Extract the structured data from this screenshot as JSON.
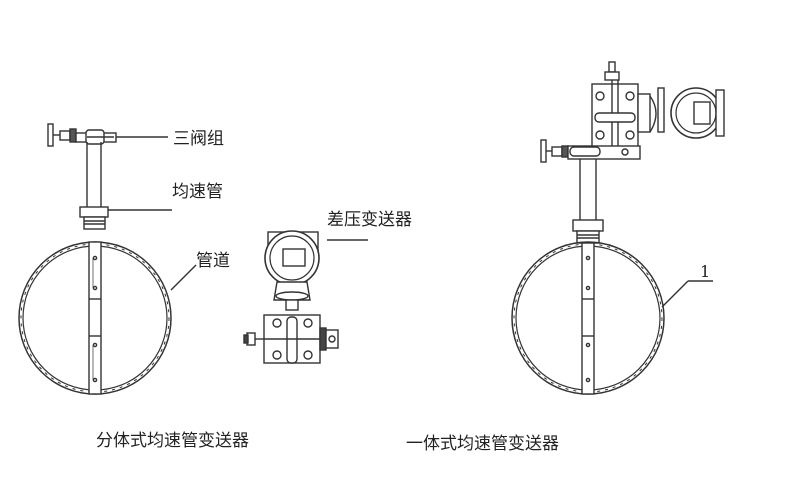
{
  "diagram": {
    "left": {
      "caption": "分体式均速管变送器",
      "labels": {
        "three_valve_manifold": "三阀组",
        "averaging_pitot_tube": "均速管",
        "pipe": "管道",
        "dp_transmitter": "差压变送器"
      }
    },
    "right": {
      "caption": "一体式均速管变送器",
      "labels": {
        "callout_1": "1"
      }
    }
  }
}
